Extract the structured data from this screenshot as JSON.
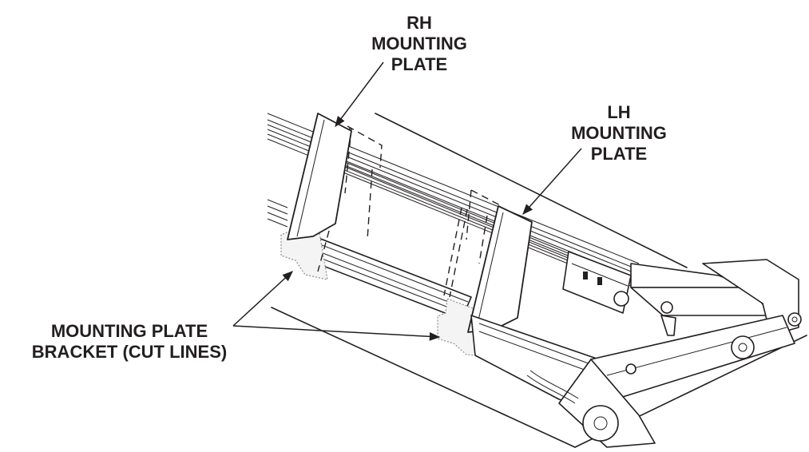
{
  "labels": {
    "rh_mounting_plate": [
      "RH",
      "MOUNTING",
      "PLATE"
    ],
    "lh_mounting_plate": [
      "LH",
      "MOUNTING",
      "PLATE"
    ],
    "mounting_plate_bracket": [
      "MOUNTING PLATE",
      "BRACKET (CUT LINES)"
    ]
  },
  "colors": {
    "line": "#231f20",
    "cut_line": "#8c8c8c",
    "background": "#ffffff"
  }
}
